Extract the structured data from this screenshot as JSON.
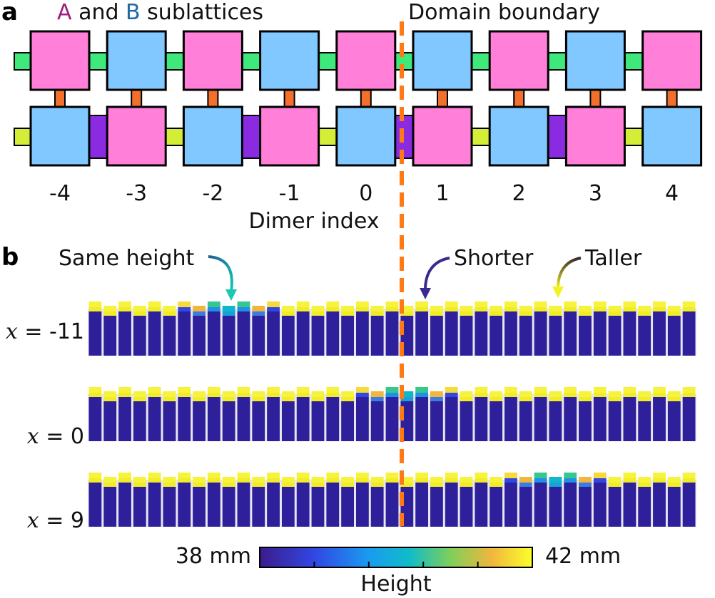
{
  "panel_a": {
    "letter": "a",
    "title_A": "A",
    "title_mid": " and ",
    "title_B": "B",
    "title_rest": " sublattices",
    "boundary_label": "Domain boundary",
    "dimer_indices": [
      "-4",
      "-3",
      "-2",
      "-1",
      "0",
      "1",
      "2",
      "3",
      "4"
    ],
    "axis_label": "Dimer index",
    "top_row": [
      "A",
      "B",
      "A",
      "B",
      "A",
      "B",
      "A",
      "B",
      "A"
    ],
    "bottom_row": [
      "B",
      "A",
      "B",
      "A",
      "B",
      "A",
      "B",
      "A",
      "B"
    ]
  },
  "panel_b": {
    "letter": "b",
    "annotations": {
      "same": "Same height",
      "shorter": "Shorter",
      "taller": "Taller"
    },
    "row_labels": [
      {
        "var": "x",
        "text": " = -11",
        "disturbance_center": 9
      },
      {
        "var": "x",
        "text": " = 0",
        "disturbance_center": 21
      },
      {
        "var": "x",
        "text": " = 9",
        "disturbance_center": 31
      }
    ],
    "columns": 41,
    "colorbar": {
      "min_label": "38 mm",
      "max_label": "42 mm",
      "label": "Height"
    }
  },
  "colors": {
    "A": "#ff7fd9",
    "B": "#80c8ff",
    "outline": "#000000",
    "top_link": "#3ee87a",
    "bottom_link": "#d4ee38",
    "purple_link": "#8a2be2",
    "vertical_link": "#f26f2c",
    "boundary": "#ff7a14",
    "label_A": "#9b1d7f",
    "label_B": "#1f6aa5",
    "base": "#2e1f9a",
    "viridis": [
      "#440154",
      "#3b1c8c",
      "#2c3ed6",
      "#1f8fe8",
      "#12b6c8",
      "#35c78f",
      "#9ad14b",
      "#f0c13a",
      "#f7e225",
      "#fbff28"
    ]
  }
}
